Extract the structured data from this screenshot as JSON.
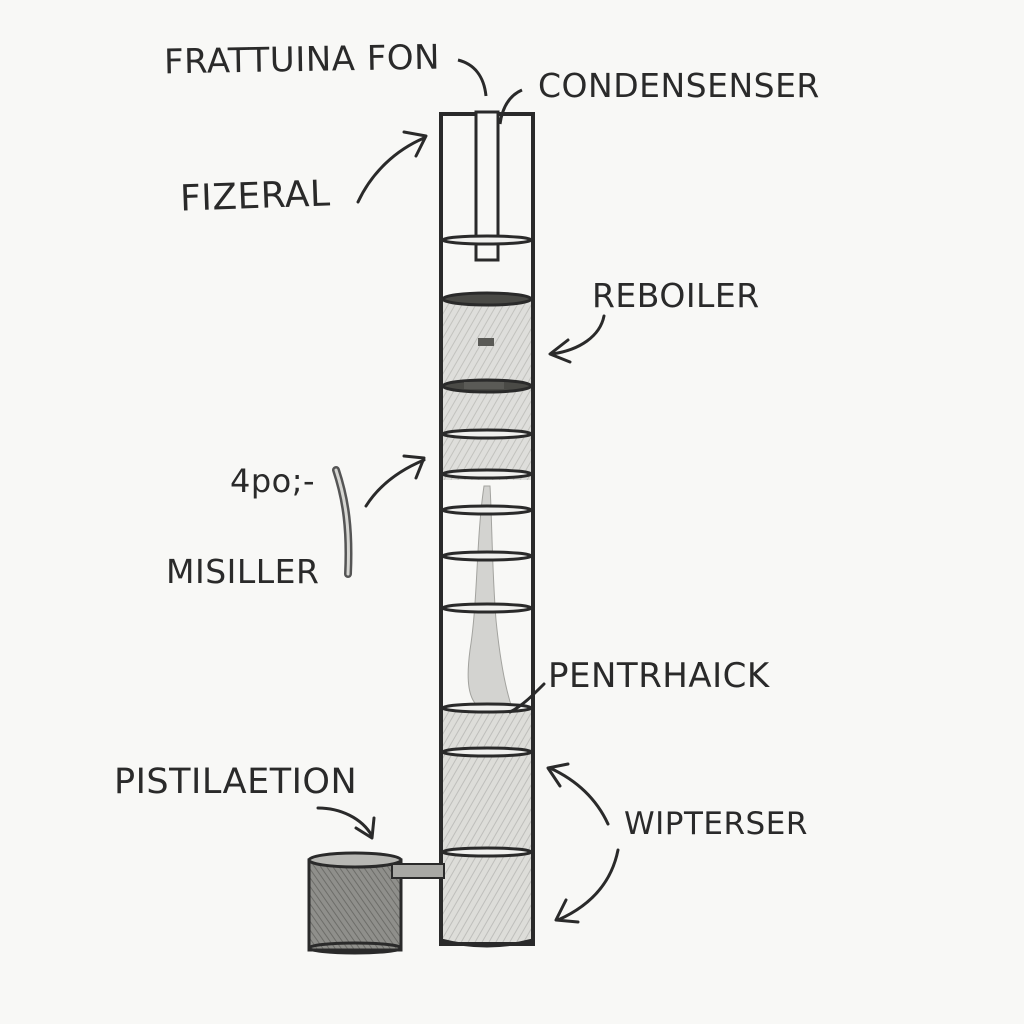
{
  "diagram": {
    "labels": {
      "frattuina_fon": "FRATTUINA FON",
      "condenser": "CONDENSENSER",
      "fizeral": "FIZERAL",
      "reboiler": "REBOILER",
      "misiller_tag": "4po;-",
      "misiller": "MISILLER",
      "penthaick": "PENTRHAICK",
      "pistilaetion": "PISTILAETION",
      "wipterser": "WIPTERSER"
    },
    "colors": {
      "ink": "#2a2a2a",
      "paper": "#f8f8f6",
      "shade": "#cfcfcc",
      "shade_dark": "#9a9a96"
    },
    "column": {
      "tray_count": 11
    }
  }
}
